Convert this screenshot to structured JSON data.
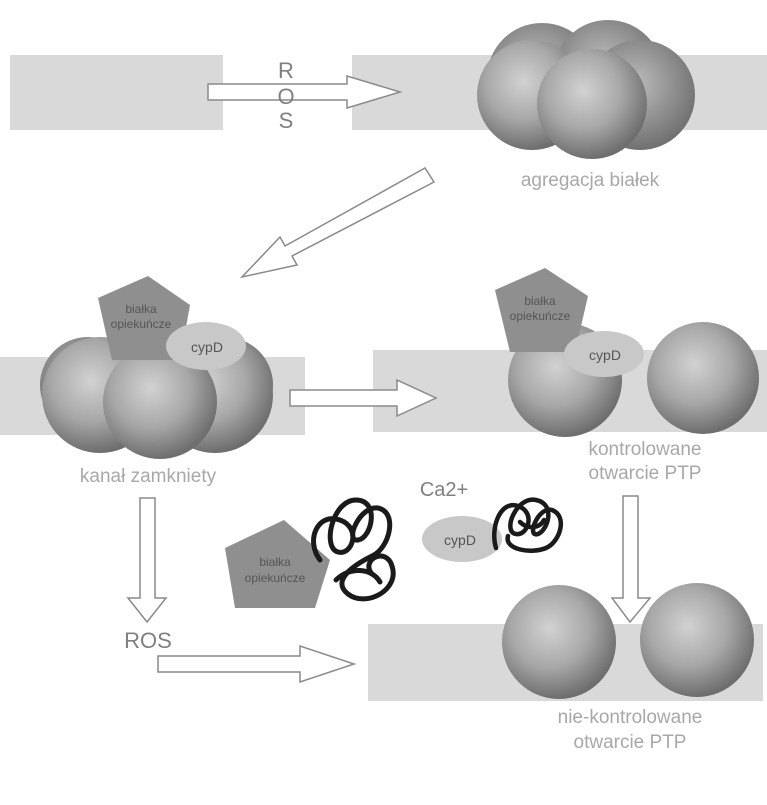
{
  "labels": {
    "ros_top_letters": [
      "R",
      "O",
      "S"
    ],
    "protein_aggregation": "agregacja białek",
    "channel_closed": "kanał zamkniety",
    "controlled_opening_line1": "kontrolowane",
    "controlled_opening_line2": "otwarcie PTP",
    "uncontrolled_opening_line1": "nie-kontrolowane",
    "uncontrolled_opening_line2": "otwarcie PTP",
    "calcium": "Ca2+",
    "ros_bottom": "ROS",
    "chaperones_line1": "białka",
    "chaperones_line2": "opiekuńcze",
    "cypd": "cypD"
  },
  "colors": {
    "membrane": "#d9d9d9",
    "sphere_light": "#cfcfcf",
    "sphere_dark": "#7a7a7a",
    "pentagon": "#8f8f8f",
    "oval": "#c8c8c8",
    "coil": "#1a1a1a",
    "label": "#a8a8a8"
  }
}
